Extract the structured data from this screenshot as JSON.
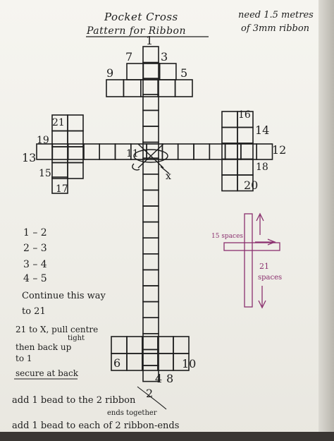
{
  "header": {
    "title_line1": "Pocket Cross",
    "title_line2": "Pattern for Ribbon",
    "need_line1": "need 1.5 metres",
    "need_line2": "of 3mm ribbon"
  },
  "grid_numbers": {
    "n1": "1",
    "n2": "2",
    "n3": "3",
    "n4": "4",
    "n5": "5",
    "n6": "6",
    "n7": "7",
    "n8": "8",
    "n9": "9",
    "n10": "10",
    "n11": "11",
    "n12": "12",
    "n13": "13",
    "n14": "14",
    "n15": "15",
    "n16": "16",
    "n17": "17",
    "n18": "18",
    "n19": "19",
    "n20": "20",
    "n21": "21",
    "x_mark": "x"
  },
  "sequence": {
    "steps": [
      "1 – 2",
      "2 – 3",
      "3 – 4",
      "4 – 5"
    ],
    "continue_line1": "Continue this way",
    "continue_line2": "to 21"
  },
  "instructions": {
    "line1": "21 to X, pull centre",
    "line1_sub": "tight",
    "line2": "then back up",
    "line3": "to 1",
    "line4": "secure at back"
  },
  "notes": {
    "bead_line1": "add 1 bead to the 2 ribbon",
    "bead_line1_sub": "ends together",
    "bead_line2": "add 1 bead to each of 2 ribbon-ends"
  },
  "diagram": {
    "spaces_top": "15 spaces",
    "spaces_number": "21",
    "spaces_word": "spaces",
    "color": "#8a2f6e"
  }
}
